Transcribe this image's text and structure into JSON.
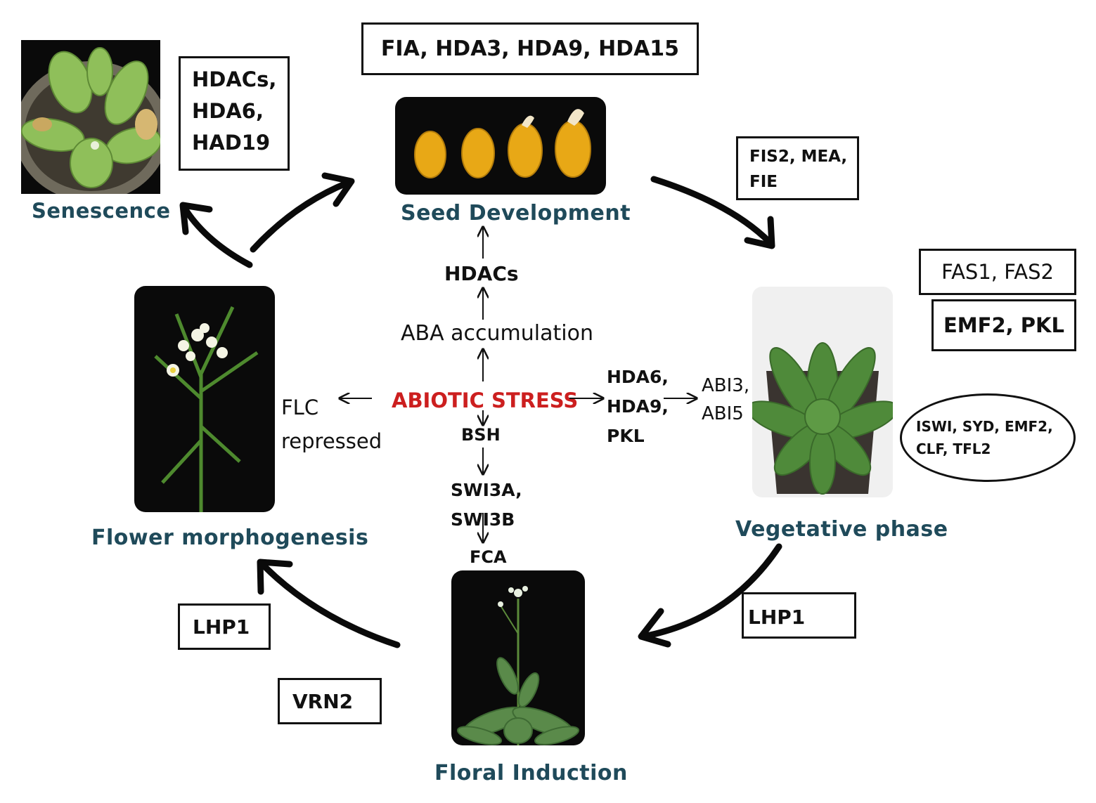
{
  "stages": {
    "senescence": "Senescence",
    "seed_development": "Seed Development",
    "vegetative_phase": "Vegetative phase",
    "floral_induction": "Floral Induction",
    "flower_morphogenesis": "Flower morphogenesis"
  },
  "boxes": {
    "senescence_genes": [
      "HDACs,",
      "HDA6,",
      "HAD19"
    ],
    "seed_genes": "FIA, HDA3, HDA9, HDA15",
    "seed_to_veg_genes": [
      "FIS2, MEA,",
      "FIE"
    ],
    "fas": "FAS1, FAS2",
    "emf2_pkl": "EMF2, PKL",
    "oval_genes": [
      "ISWI, SYD, EMF2,",
      "CLF, TFL2"
    ],
    "lhp1_right": "LHP1",
    "lhp1_left": "LHP1",
    "vrn2": "VRN2"
  },
  "center": {
    "stress": "ABIOTIC STRESS",
    "hdacs": "HDACs",
    "aba": "ABA accumulation",
    "flc": [
      "FLC",
      "repressed"
    ],
    "hda_group": [
      "HDA6,",
      "HDA9,",
      "PKL"
    ],
    "abi": [
      "ABI3,",
      "ABI5"
    ],
    "bsh": "BSH",
    "swi": [
      "SWI3A,",
      "SWI3B"
    ],
    "fca": "FCA"
  },
  "colors": {
    "stage_text": "#1f4a5a",
    "stress_text": "#cc1f1f",
    "seed": "#e8a816",
    "leaf": "#4f8a3a",
    "photo_bg": "#0a0a0a"
  }
}
